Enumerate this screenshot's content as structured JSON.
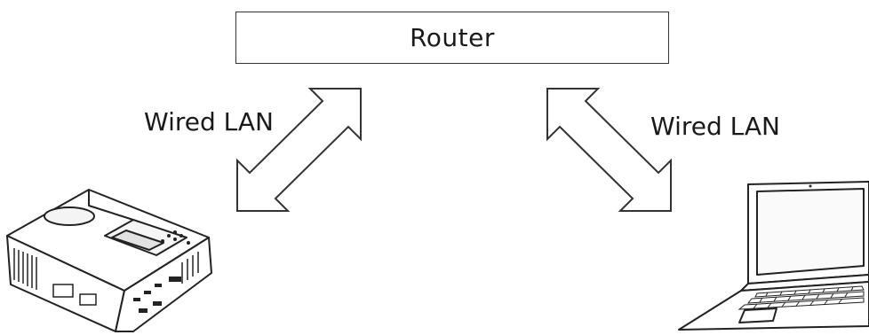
{
  "router": {
    "label": "Router"
  },
  "connections": [
    {
      "label": "Wired LAN",
      "from": "projector",
      "to": "router"
    },
    {
      "label": "Wired LAN",
      "from": "laptop",
      "to": "router"
    }
  ],
  "icons": {
    "router": "router-box",
    "left_device": "projector-icon",
    "right_device": "laptop-icon",
    "link": "double-headed-arrow"
  },
  "colors": {
    "line": "#333333",
    "background": "#ffffff"
  }
}
